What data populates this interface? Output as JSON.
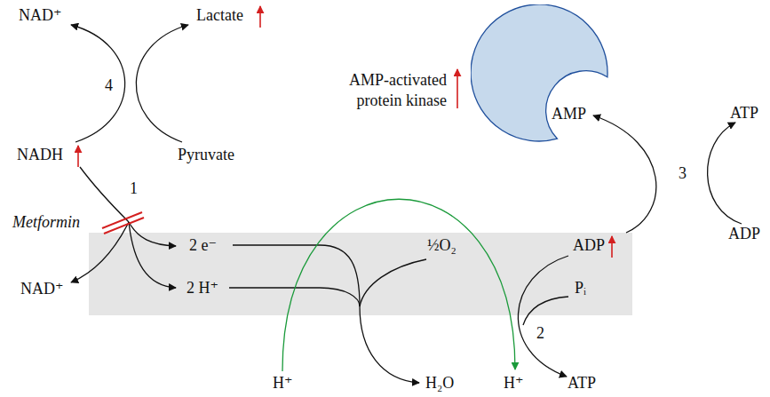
{
  "diagram": {
    "nodes": [
      {
        "text": [
          "AMP-activated protein kinase"
        ]
      },
      {
        "text": [
          "2 e⁻",
          "½O₂",
          "ADP",
          "2 H⁺",
          "Pᵢ"
        ]
      }
    ],
    "labels": [
      "NAD⁺",
      "Lactate",
      "AMP",
      "ATP",
      "4",
      "NADH",
      "Pyruvate",
      "3",
      "1",
      "Metformin",
      "NAD⁺",
      "ADP",
      "2",
      "H⁺",
      "H₂O",
      "H⁺",
      "ATP"
    ]
  }
}
